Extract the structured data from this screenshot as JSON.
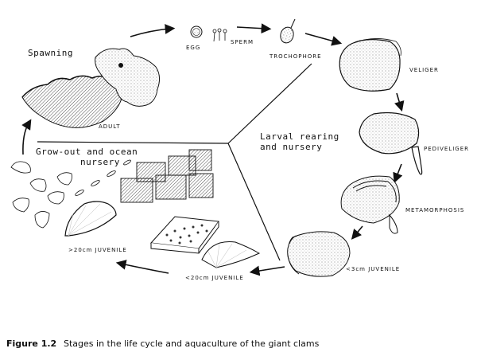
{
  "figure": {
    "number": "Figure 1.2",
    "caption": "Stages in the life cycle and aquaculture of the giant clams"
  },
  "sections": {
    "spawning": "Spawning",
    "larval_line1": "Larval rearing",
    "larval_line2": "and nursery",
    "growout_line1": "Grow-out and ocean",
    "growout_line2": "nursery"
  },
  "stages": {
    "adult": "ADULT",
    "egg": "EGG",
    "sperm": "SPERM",
    "trochophore": "TROCHOPHORE",
    "veliger": "VELIGER",
    "pediveliger": "PEDIVELIGER",
    "metamorphosis": "METAMORPHOSIS",
    "juv_3cm": "<3cm JUVENILE",
    "juv_lt20cm": "<20cm JUVENILE",
    "juv_gt20cm": ">20cm JUVENILE"
  },
  "colors": {
    "ink": "#111111",
    "background": "#ffffff"
  }
}
